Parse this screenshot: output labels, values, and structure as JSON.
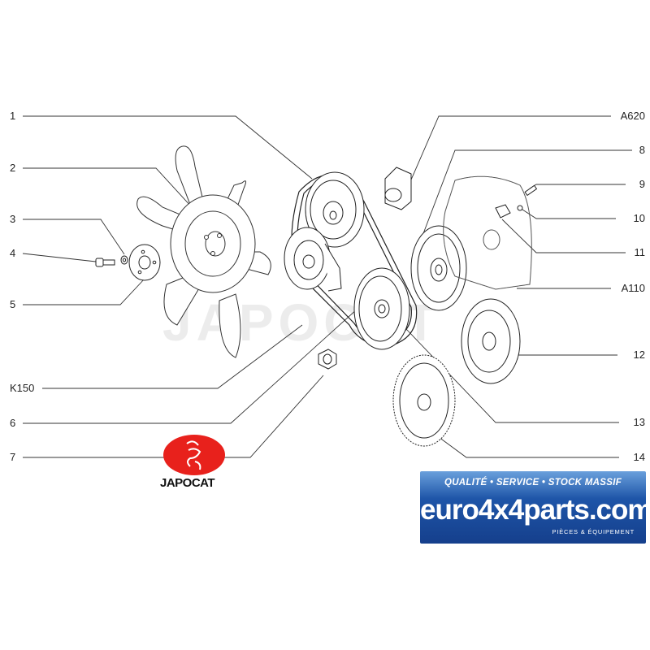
{
  "callouts": {
    "c1": "1",
    "c2": "2",
    "c3": "3",
    "c4": "4",
    "c5": "5",
    "k150": "K150",
    "c6": "6",
    "c7": "7",
    "a620": "A620",
    "c8": "8",
    "c9": "9",
    "c10": "10",
    "c11": "11",
    "a110": "A110",
    "c12": "12",
    "c13": "13",
    "c14": "14"
  },
  "watermark": "JAPOCAT",
  "logo": {
    "name": "JAPOCAT",
    "color": "#e8211c"
  },
  "banner": {
    "tagline": "QUALITÉ • SERVICE • STOCK MASSIF",
    "brand": "euro4x4parts.com",
    "subtitle": "PIÈCES & ÉQUIPEMENT",
    "color": "#1e55a8"
  }
}
